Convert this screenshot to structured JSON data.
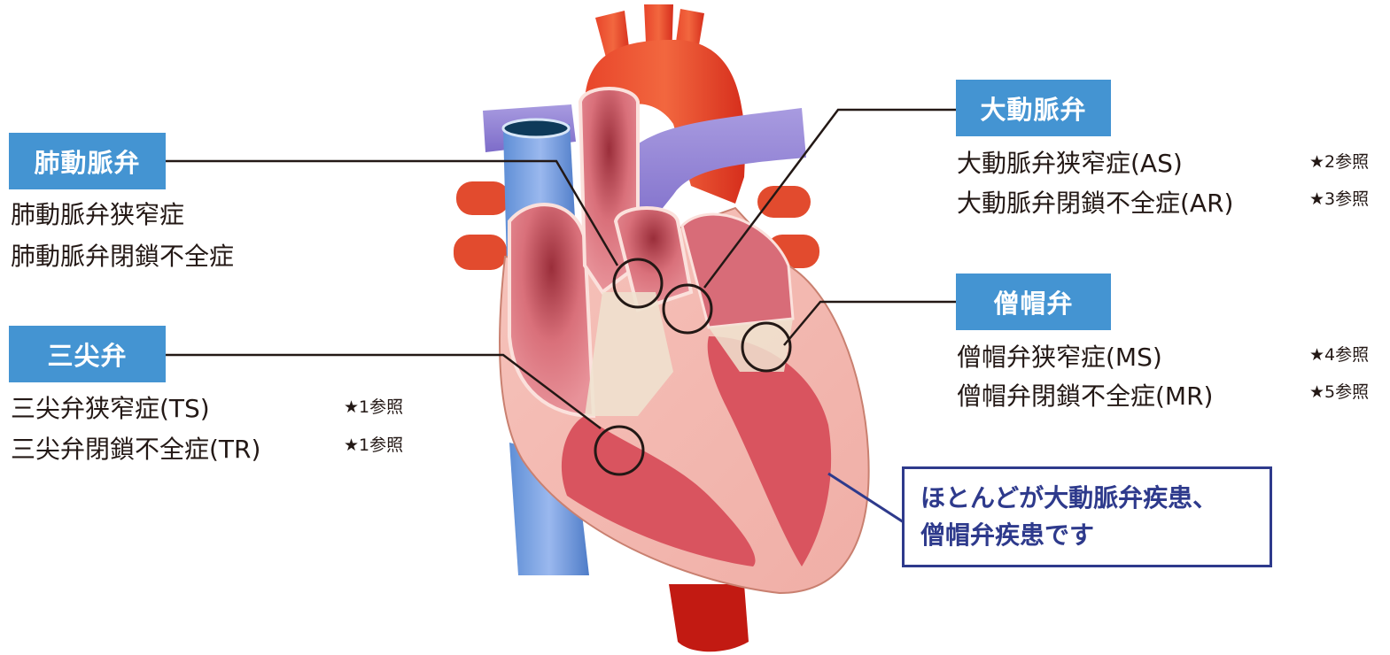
{
  "figure": {
    "subject": "heart cross-section with valves",
    "colors": {
      "label_bg": "#4494d2",
      "label_text": "#ffffff",
      "body_text": "#231815",
      "callout_border": "#2e3a8c",
      "callout_text": "#2e3a8c",
      "leader_line": "#231815"
    }
  },
  "valves": {
    "pulmonary": {
      "label": "肺動脈弁",
      "diseases": [
        {
          "name": "肺動脈弁狭窄症",
          "ref": ""
        },
        {
          "name": "肺動脈弁閉鎖不全症",
          "ref": ""
        }
      ]
    },
    "tricuspid": {
      "label": "三尖弁",
      "diseases": [
        {
          "name": "三尖弁狭窄症(TS)",
          "ref": "★1参照"
        },
        {
          "name": "三尖弁閉鎖不全症(TR)",
          "ref": "★1参照"
        }
      ]
    },
    "aortic": {
      "label": "大動脈弁",
      "diseases": [
        {
          "name": "大動脈弁狭窄症(AS)",
          "ref": "★2参照"
        },
        {
          "name": "大動脈弁閉鎖不全症(AR)",
          "ref": "★3参照"
        }
      ]
    },
    "mitral": {
      "label": "僧帽弁",
      "diseases": [
        {
          "name": "僧帽弁狭窄症(MS)",
          "ref": "★4参照"
        },
        {
          "name": "僧帽弁閉鎖不全症(MR)",
          "ref": "★5参照"
        }
      ]
    }
  },
  "callout": {
    "lines": [
      "ほとんどが大動脈弁疾患、",
      "僧帽弁疾患です"
    ]
  }
}
